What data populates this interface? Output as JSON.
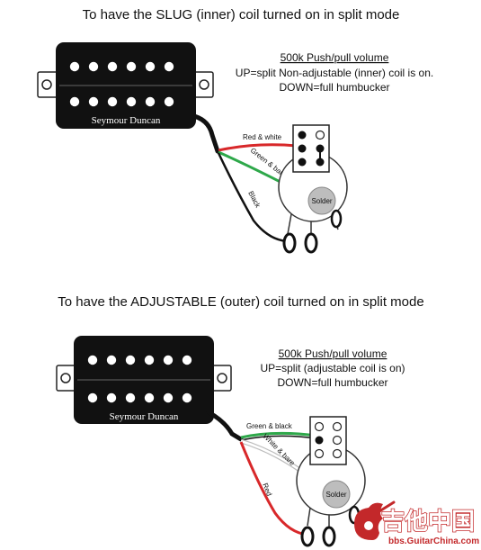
{
  "diagram1": {
    "title": "To have the SLUG (inner) coil turned on in split mode",
    "note_heading": "500k Push/pull volume",
    "note_line1": "UP=split Non-adjustable (inner) coil is on.",
    "note_line2": "DOWN=full humbucker",
    "brand": "Seymour Duncan",
    "wire_top": "Red & white",
    "wire_mid": "Green & bare",
    "wire_bottom": "Black",
    "solder": "Solder",
    "colors": {
      "top_wire": "#d8282a",
      "mid_wire_a": "#2ea84a",
      "mid_wire_b": "#ffffff",
      "bottom_wire": "#111111"
    }
  },
  "diagram2": {
    "title": "To have the ADJUSTABLE (outer) coil turned on in split mode",
    "note_heading": "500k Push/pull volume",
    "note_line1": "UP=split (adjustable coil is on)",
    "note_line2": "DOWN=full humbucker",
    "brand": "Seymour Duncan",
    "wire_top": "Green & black",
    "wire_mid": "White & bare",
    "wire_bottom": "Red",
    "solder": "Solder",
    "colors": {
      "top_wire": "#2ea84a",
      "mid_wire_a": "#ffffff",
      "mid_wire_b": "#b8b8b8",
      "bottom_wire": "#d8282a"
    }
  },
  "watermark": {
    "chinese": "吉他中国",
    "url": "bbs.GuitarChina.com",
    "color": "#c3282a"
  }
}
